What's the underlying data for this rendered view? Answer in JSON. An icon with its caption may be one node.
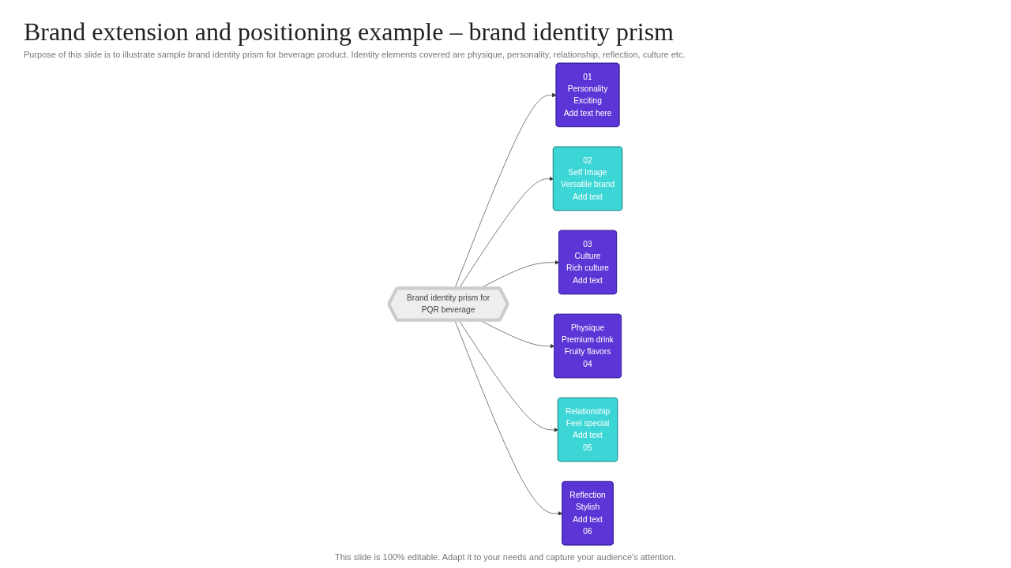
{
  "diagram": {
    "title": "Brand extension and positioning example – brand identity prism",
    "caption": "This slide is 100% editable. Adapt it to your needs and capture your audience's attention.",
    "nodes": [
      {
        "text": [
          "01",
          "Personality",
          "Exciting",
          "Add text here"
        ]
      },
      {
        "text": [
          "Physique",
          "Premium drink",
          "Fruity flavors",
          "04"
        ]
      },
      {
        "text": [
          "02",
          "Self Image",
          "Versatile brand",
          "Add text"
        ]
      },
      {
        "text": [
          "Brand identity prism for",
          "PQR beverage"
        ]
      },
      {
        "text": [
          "Relationship",
          "Feel special",
          "Add text",
          "05"
        ]
      },
      {
        "text": [
          "03",
          "Culture",
          "Rich culture",
          "Add text"
        ]
      },
      {
        "text": [
          "Reflection",
          "Stylish",
          "Add text",
          "06"
        ]
      }
    ],
    "edges": [
      {
        "from": 3,
        "to": 0,
        "arrow": "to"
      },
      {
        "from": 3,
        "to": 2,
        "arrow": "to"
      },
      {
        "from": 3,
        "to": 5,
        "arrow": "to"
      },
      {
        "from": 3,
        "to": 1,
        "arrow": "to"
      },
      {
        "from": 3,
        "to": 4,
        "arrow": "to"
      },
      {
        "from": 3,
        "to": 6,
        "arrow": "to"
      }
    ],
    "labels": [
      "Purpose of this slide is to illustrate sample brand identity prism for beverage product. Identity elements covered are physique, personality, relationship, reflection, culture etc."
    ]
  }
}
